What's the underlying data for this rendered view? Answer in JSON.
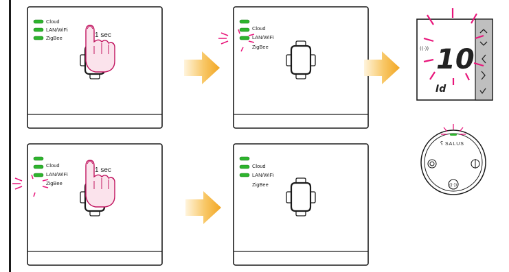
{
  "leds": {
    "cloud": "Cloud",
    "lan_wifi": "LAN/WiFi",
    "zigbee": "ZigBee"
  },
  "press_duration": "1 sec",
  "thermostat": {
    "display_value": "10",
    "sub_code": "Id"
  },
  "sensor": {
    "brand": "SALUS"
  },
  "colors": {
    "led_green": "#2db52d",
    "blink_pink": "#e8157a",
    "arrow_orange": "#f5b030"
  }
}
